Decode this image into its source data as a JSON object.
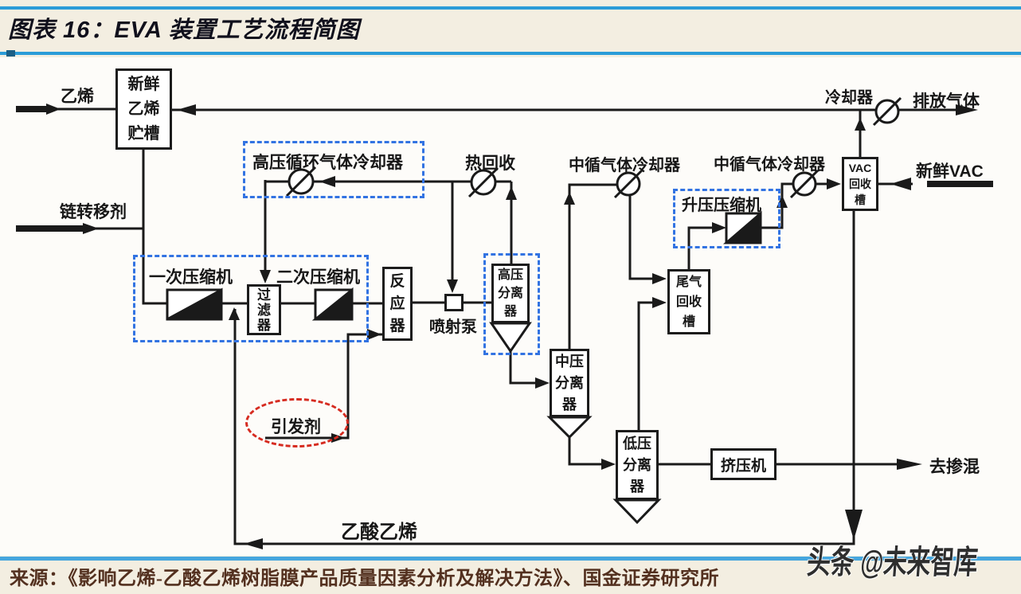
{
  "title": "图表 16：EVA 装置工艺流程简图",
  "source": "来源：《影响乙烯-乙酸乙烯树脂膜产品质量因素分析及解决方法》、国金证券研究所",
  "watermark": "头条 @未来智库",
  "colors": {
    "rule_blue": "#2b9cd8",
    "dashed_box_blue": "#3273e2",
    "dashed_ellipse_red": "#d62b20",
    "line_black": "#1a1a1a",
    "source_text": "#53301f",
    "page_background": "#f3eee1"
  },
  "icons": {
    "cooler": "circle-with-diagonal-slash",
    "compressor": "rectangle-with-black-diagonal-half",
    "flow_arrow": "solid-black-triangle"
  },
  "labels": {
    "ethylene": "乙烯",
    "chain_transfer_agent": "链转移剂",
    "primary_compressor": "一次压缩机",
    "secondary_compressor": "二次压缩机",
    "hp_recycle_gas_cooler": "高压循环气体冷却器",
    "heat_recovery": "热回收",
    "jet_pump": "喷射泵",
    "mid_recycle_gas_cooler_1": "中循气体冷却器",
    "mid_recycle_gas_cooler_2": "中循气体冷却器",
    "booster_compressor": "升压压缩机",
    "cooler": "冷却器",
    "vent_gas": "排放气体",
    "fresh_vac": "新鲜VAC",
    "to_blending": "去掺混",
    "vinyl_acetate": "乙酸乙烯",
    "initiator": "引发剂"
  },
  "boxes": {
    "fresh_ethylene_tank": {
      "rows": [
        "新鲜",
        "乙烯",
        "贮槽"
      ]
    },
    "filter": {
      "rows": [
        "过",
        "滤",
        "器"
      ]
    },
    "reactor": {
      "rows": [
        "反",
        "应",
        "器"
      ]
    },
    "hp_separator": {
      "rows": [
        "高压",
        "分离",
        "器"
      ]
    },
    "mp_separator": {
      "rows": [
        "中压",
        "分离",
        "器"
      ]
    },
    "lp_separator": {
      "rows": [
        "低压",
        "分离",
        "器"
      ]
    },
    "tail_gas_tank": {
      "rows": [
        "尾气",
        "回收",
        "槽"
      ]
    },
    "vac_tank": {
      "rows": [
        "VAC",
        "回收",
        "槽"
      ]
    },
    "extruder": {
      "label": "挤压机"
    }
  }
}
